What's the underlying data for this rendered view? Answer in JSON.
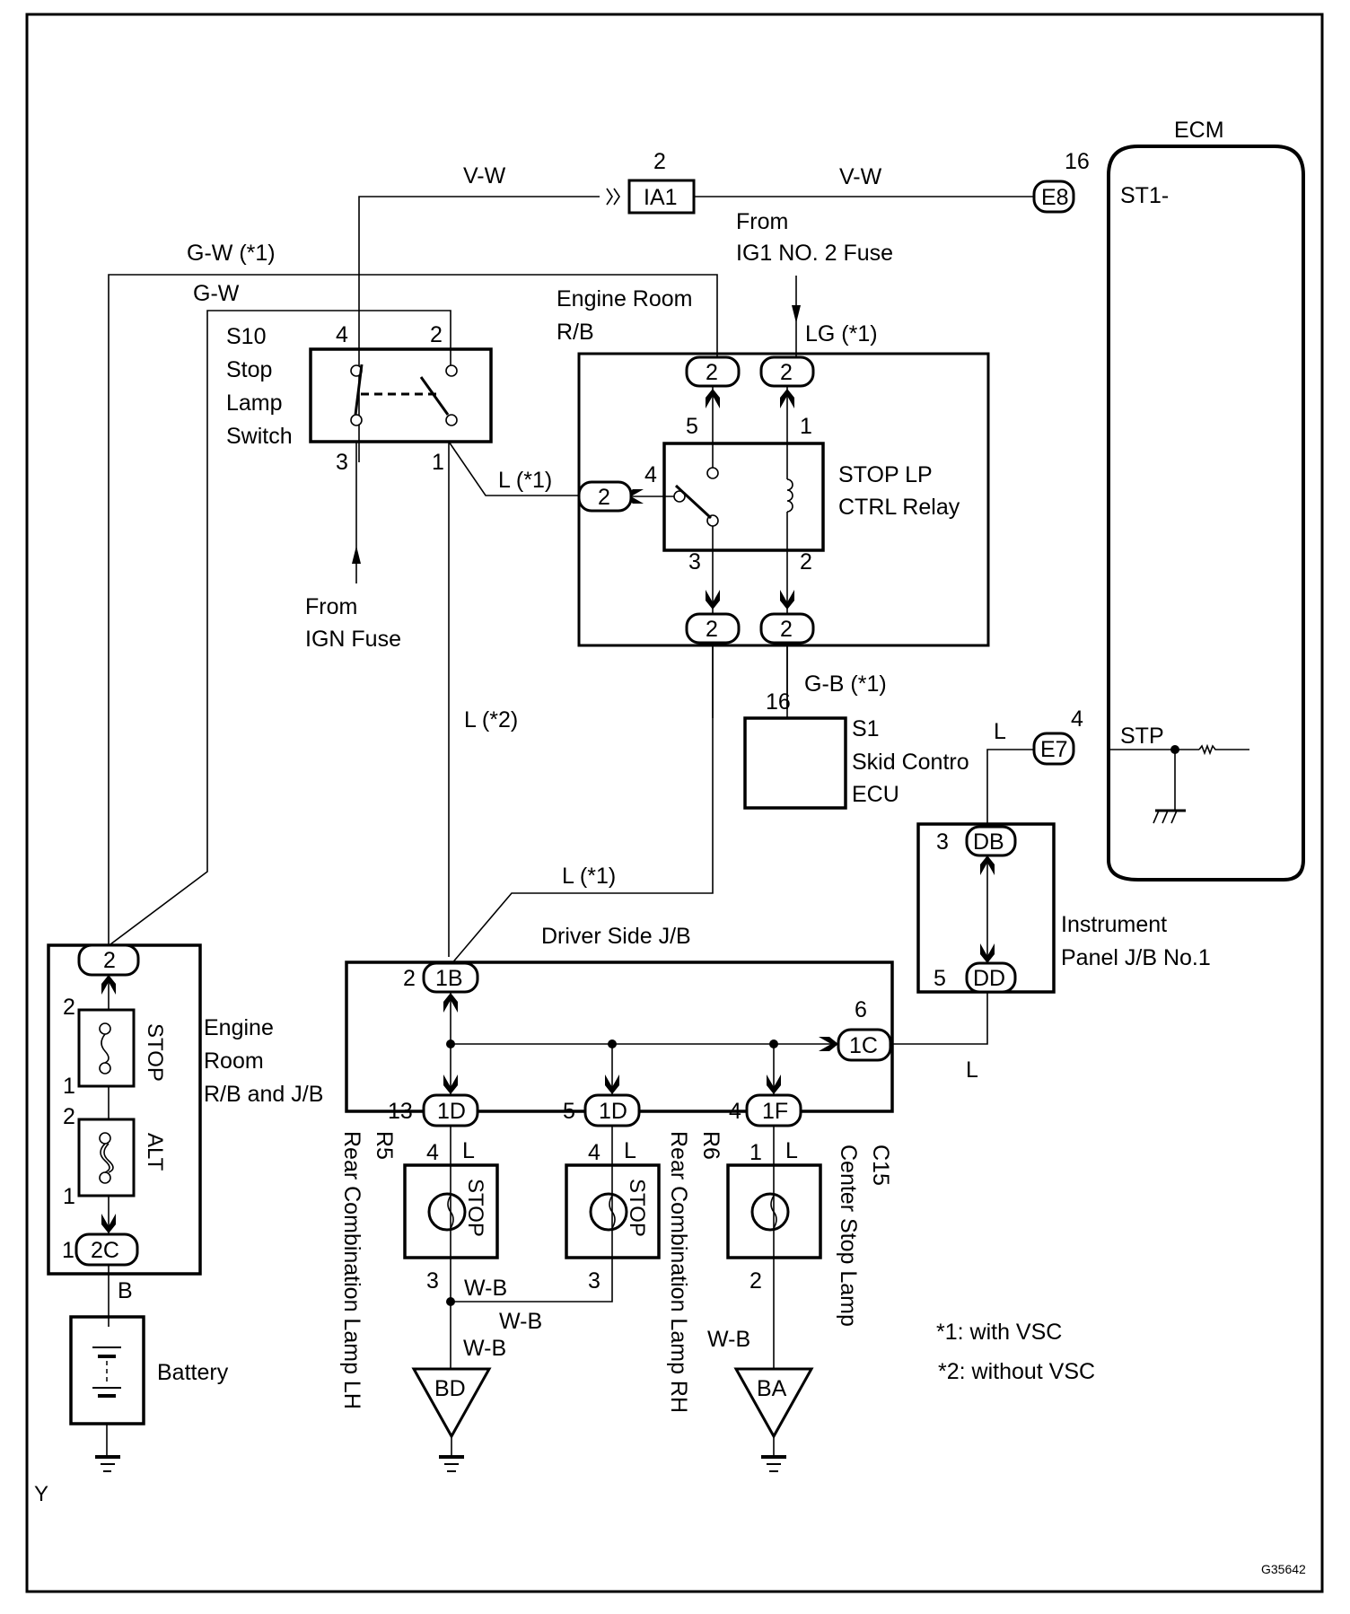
{
  "diagram": {
    "figure_id": "G35642",
    "corner_mark": "Y",
    "notes": [
      "*1: with VSC",
      "*2: without VSC"
    ],
    "wires": {
      "vw_left": "V-W",
      "vw_right": "V-W",
      "gw_vsc": "G-W (*1)",
      "gw": "G-W",
      "lg_vsc": "LG (*1)",
      "l_vsc_relay": "L  (*1)",
      "l_nonvsc": "L (*2)",
      "gb_vsc": "G-B  (*1)",
      "l_stp": "L",
      "l_jb_mid": "L  (*1)",
      "l_1c": "L",
      "b_batt": "B",
      "l_r5": "L",
      "l_r6": "L",
      "l_c15": "L",
      "wb_r5": "W-B",
      "wb_join": "W-B",
      "wb_bd": "W-B",
      "wb_ba": "W-B"
    },
    "connectors": {
      "ia1": {
        "id": "IA1",
        "pin": "2"
      },
      "e8": {
        "id": "E8",
        "pin": "16"
      },
      "e7": {
        "id": "E7",
        "pin": "4"
      },
      "rb_top_left": {
        "id": "2"
      },
      "rb_top_right": {
        "id": "2"
      },
      "rb_left": {
        "id": "2"
      },
      "rb_bot_left": {
        "id": "2"
      },
      "rb_bot_right": {
        "id": "2"
      },
      "fuse_top": {
        "id": "2"
      },
      "c2c": {
        "id": "2C",
        "pin": "1"
      },
      "c1b": {
        "id": "1B",
        "pin": "2"
      },
      "c1d_a": {
        "id": "1D",
        "pin": "13"
      },
      "c1d_b": {
        "id": "1D",
        "pin": "5"
      },
      "c1f": {
        "id": "1F",
        "pin": "4"
      },
      "c1c": {
        "id": "1C",
        "pin": "6"
      },
      "db": {
        "id": "DB",
        "pin": "3"
      },
      "dd": {
        "id": "DD",
        "pin": "5"
      }
    },
    "components": {
      "ecm": {
        "name": "ECM",
        "pin_st1": "ST1-",
        "pin_stp": "STP"
      },
      "ig1_source": {
        "line1": "From",
        "line2": "IG1 NO. 2 Fuse"
      },
      "ign_source": {
        "line1": "From",
        "line2": "IGN Fuse"
      },
      "stop_lamp_switch": {
        "code": "S10",
        "line1": "Stop",
        "line2": "Lamp",
        "line3": "Switch",
        "pin_tl": "4",
        "pin_tr": "2",
        "pin_bl": "3",
        "pin_br": "1"
      },
      "engine_room_rb": {
        "line1": "Engine Room",
        "line2": "R/B"
      },
      "relay": {
        "line1": "STOP LP",
        "line2": "CTRL Relay",
        "pin5": "5",
        "pin1": "1",
        "pin4": "4",
        "pin3": "3",
        "pin2": "2"
      },
      "skid_ecu": {
        "code": "S1",
        "line1": "Skid Contro",
        "line2": "ECU",
        "pin": "16"
      },
      "instrument_jb": {
        "line1": "Instrument",
        "line2": "Panel J/B No.1"
      },
      "engine_room_rb_jb": {
        "line1": "Engine",
        "line2": "Room",
        "line3": "R/B and J/B",
        "fuse_stop": "STOP",
        "fuse_alt": "ALT",
        "stop_p2": "2",
        "stop_p1": "1",
        "alt_p2": "2",
        "alt_p1": "1"
      },
      "battery": {
        "name": "Battery"
      },
      "driver_jb": {
        "name": "Driver Side J/B"
      },
      "r5": {
        "code": "R5",
        "name": "Rear Combination Lamp LH",
        "lamp": "STOP",
        "pin_in": "4",
        "pin_out": "3"
      },
      "r6": {
        "code": "R6",
        "name": "Rear Combination Lamp RH",
        "lamp": "STOP",
        "pin_in": "4",
        "pin_out": "3"
      },
      "c15": {
        "code": "C15",
        "name": "Center Stop Lamp",
        "pin_in": "1",
        "pin_out": "2"
      },
      "ground_bd": {
        "id": "BD"
      },
      "ground_ba": {
        "id": "BA"
      }
    }
  }
}
